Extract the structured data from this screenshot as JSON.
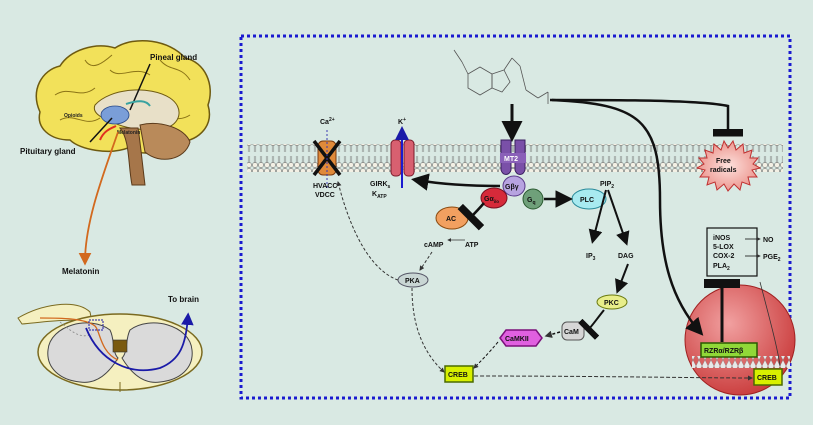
{
  "left_panel": {
    "pineal_gland": "Pineal gland",
    "pituitary_gland": "Pituitary gland",
    "opioids": "Opioids",
    "melatonin_small": "Melatonin",
    "melatonin": "Melatonin",
    "to_brain": "To brain"
  },
  "pathway": {
    "ca": "Ca",
    "ca_sup": "2+",
    "k": "K",
    "k_sup": "+",
    "hvacc": "HVACC",
    "vdcc": "VDCC",
    "girk": "GIRK",
    "girk_sub": "s",
    "katp": "K",
    "katp_sub": "ATP",
    "mt2": "MT2",
    "gbg": "Gβγ",
    "gai": "Gα",
    "gai_sub": "i/o",
    "gq": "G",
    "gq_sub": "q",
    "plc": "PLC",
    "pip": "PIP",
    "pip_sub": "2",
    "ac": "AC",
    "camp": "cAMP",
    "atp": "ATP",
    "ip": "IP",
    "ip_sub": "3",
    "dag": "DAG",
    "pka": "PKA",
    "pkc": "PKC",
    "cam": "CaM",
    "camkii": "CaMKII",
    "creb": "CREB",
    "creb2": "CREB",
    "free1": "Free",
    "free2": "radicals",
    "ror": "RZRα/RZRβ",
    "inos": "iNOS",
    "lox": "5-LOX",
    "cox": "COX-2",
    "pla": "PLA",
    "pla_sub": "2",
    "no": "NO",
    "pge": "PGE",
    "pge_sub": "2"
  }
}
